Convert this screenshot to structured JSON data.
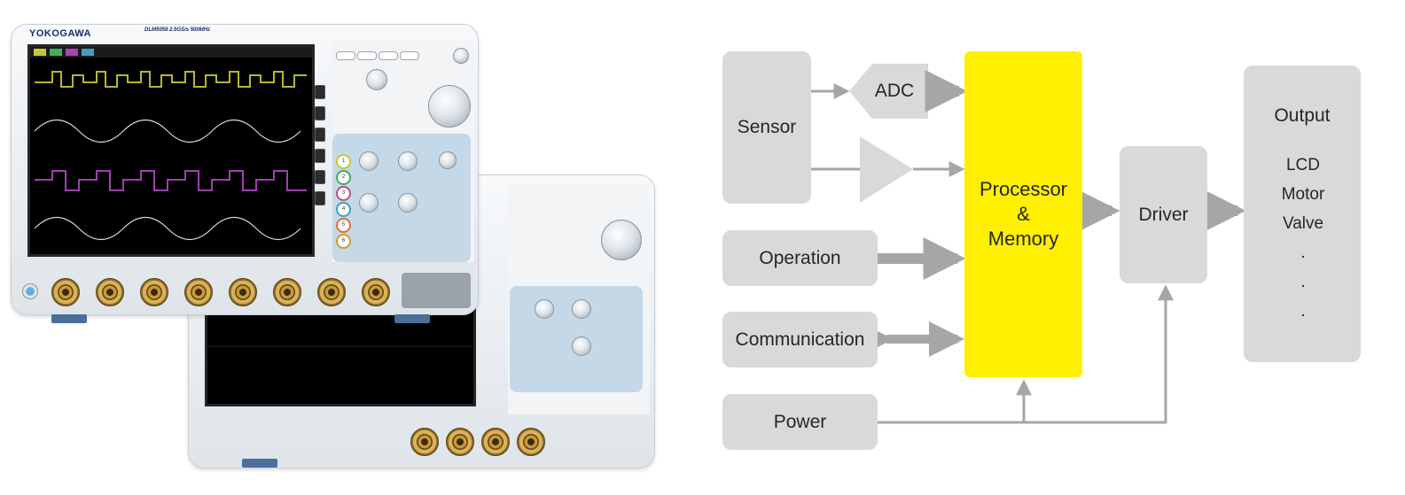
{
  "photo": {
    "brand": "YOKOGAWA",
    "model": "DLM5058  2.5GS/s 500MHz",
    "subtitle": "MIXED SIGNAL OSCILLOSCOPE"
  },
  "diagram": {
    "sensor": "Sensor",
    "adc": "ADC",
    "operation": "Operation",
    "communication": "Communication",
    "power": "Power",
    "processor_line1": "Processor",
    "processor_line2": "&",
    "processor_line3": "Memory",
    "driver": "Driver",
    "output_title": "Output",
    "outputs": [
      "LCD",
      "Motor",
      "Valve",
      ".",
      ".",
      "."
    ],
    "colors": {
      "block": "#d9d9d9",
      "processor": "#ffef00",
      "arrow": "#a6a6a6",
      "text": "#262626"
    }
  }
}
